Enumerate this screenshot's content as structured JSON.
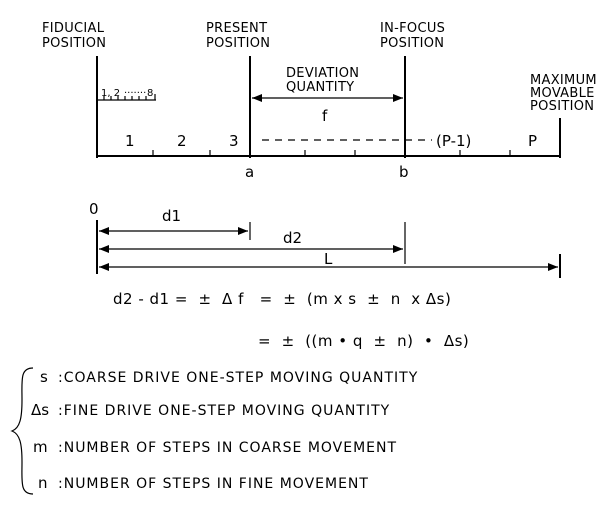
{
  "positions": {
    "fiducial": [
      "FIDUCIAL",
      "POSITION"
    ],
    "present": [
      "PRESENT",
      "POSITION"
    ],
    "in_focus": [
      "IN-FOCUS",
      "POSITION"
    ],
    "maximum": [
      "MAXIMUM",
      "MOVABLE",
      "POSITION"
    ]
  },
  "deviation": {
    "label": [
      "DEVIATION",
      "QUANTITY"
    ],
    "symbol": "f"
  },
  "fine_scale": {
    "label_a": "1, 2",
    "label_b": "8"
  },
  "segments": [
    "1",
    "2",
    "3",
    "(P-1)",
    "P"
  ],
  "points": {
    "a": "a",
    "b": "b",
    "origin": "0"
  },
  "distances": {
    "d1": "d1",
    "d2": "d2",
    "L": "L"
  },
  "equations": {
    "line1": "d2 - d1 =  ±  Δ f   =  ±  (m x s  ±  n  x Δs)",
    "line2": "=  ±  ((m • q  ±  n)  •  Δs)"
  },
  "definitions": [
    {
      "sym": "s",
      "text": ":COARSE DRIVE ONE-STEP MOVING QUANTITY"
    },
    {
      "sym": "Δs",
      "text": ":FINE DRIVE ONE-STEP MOVING QUANTITY"
    },
    {
      "sym": "m",
      "text": ":NUMBER OF STEPS IN COARSE MOVEMENT"
    },
    {
      "sym": "n",
      "text": ":NUMBER OF STEPS IN FINE MOVEMENT"
    }
  ]
}
